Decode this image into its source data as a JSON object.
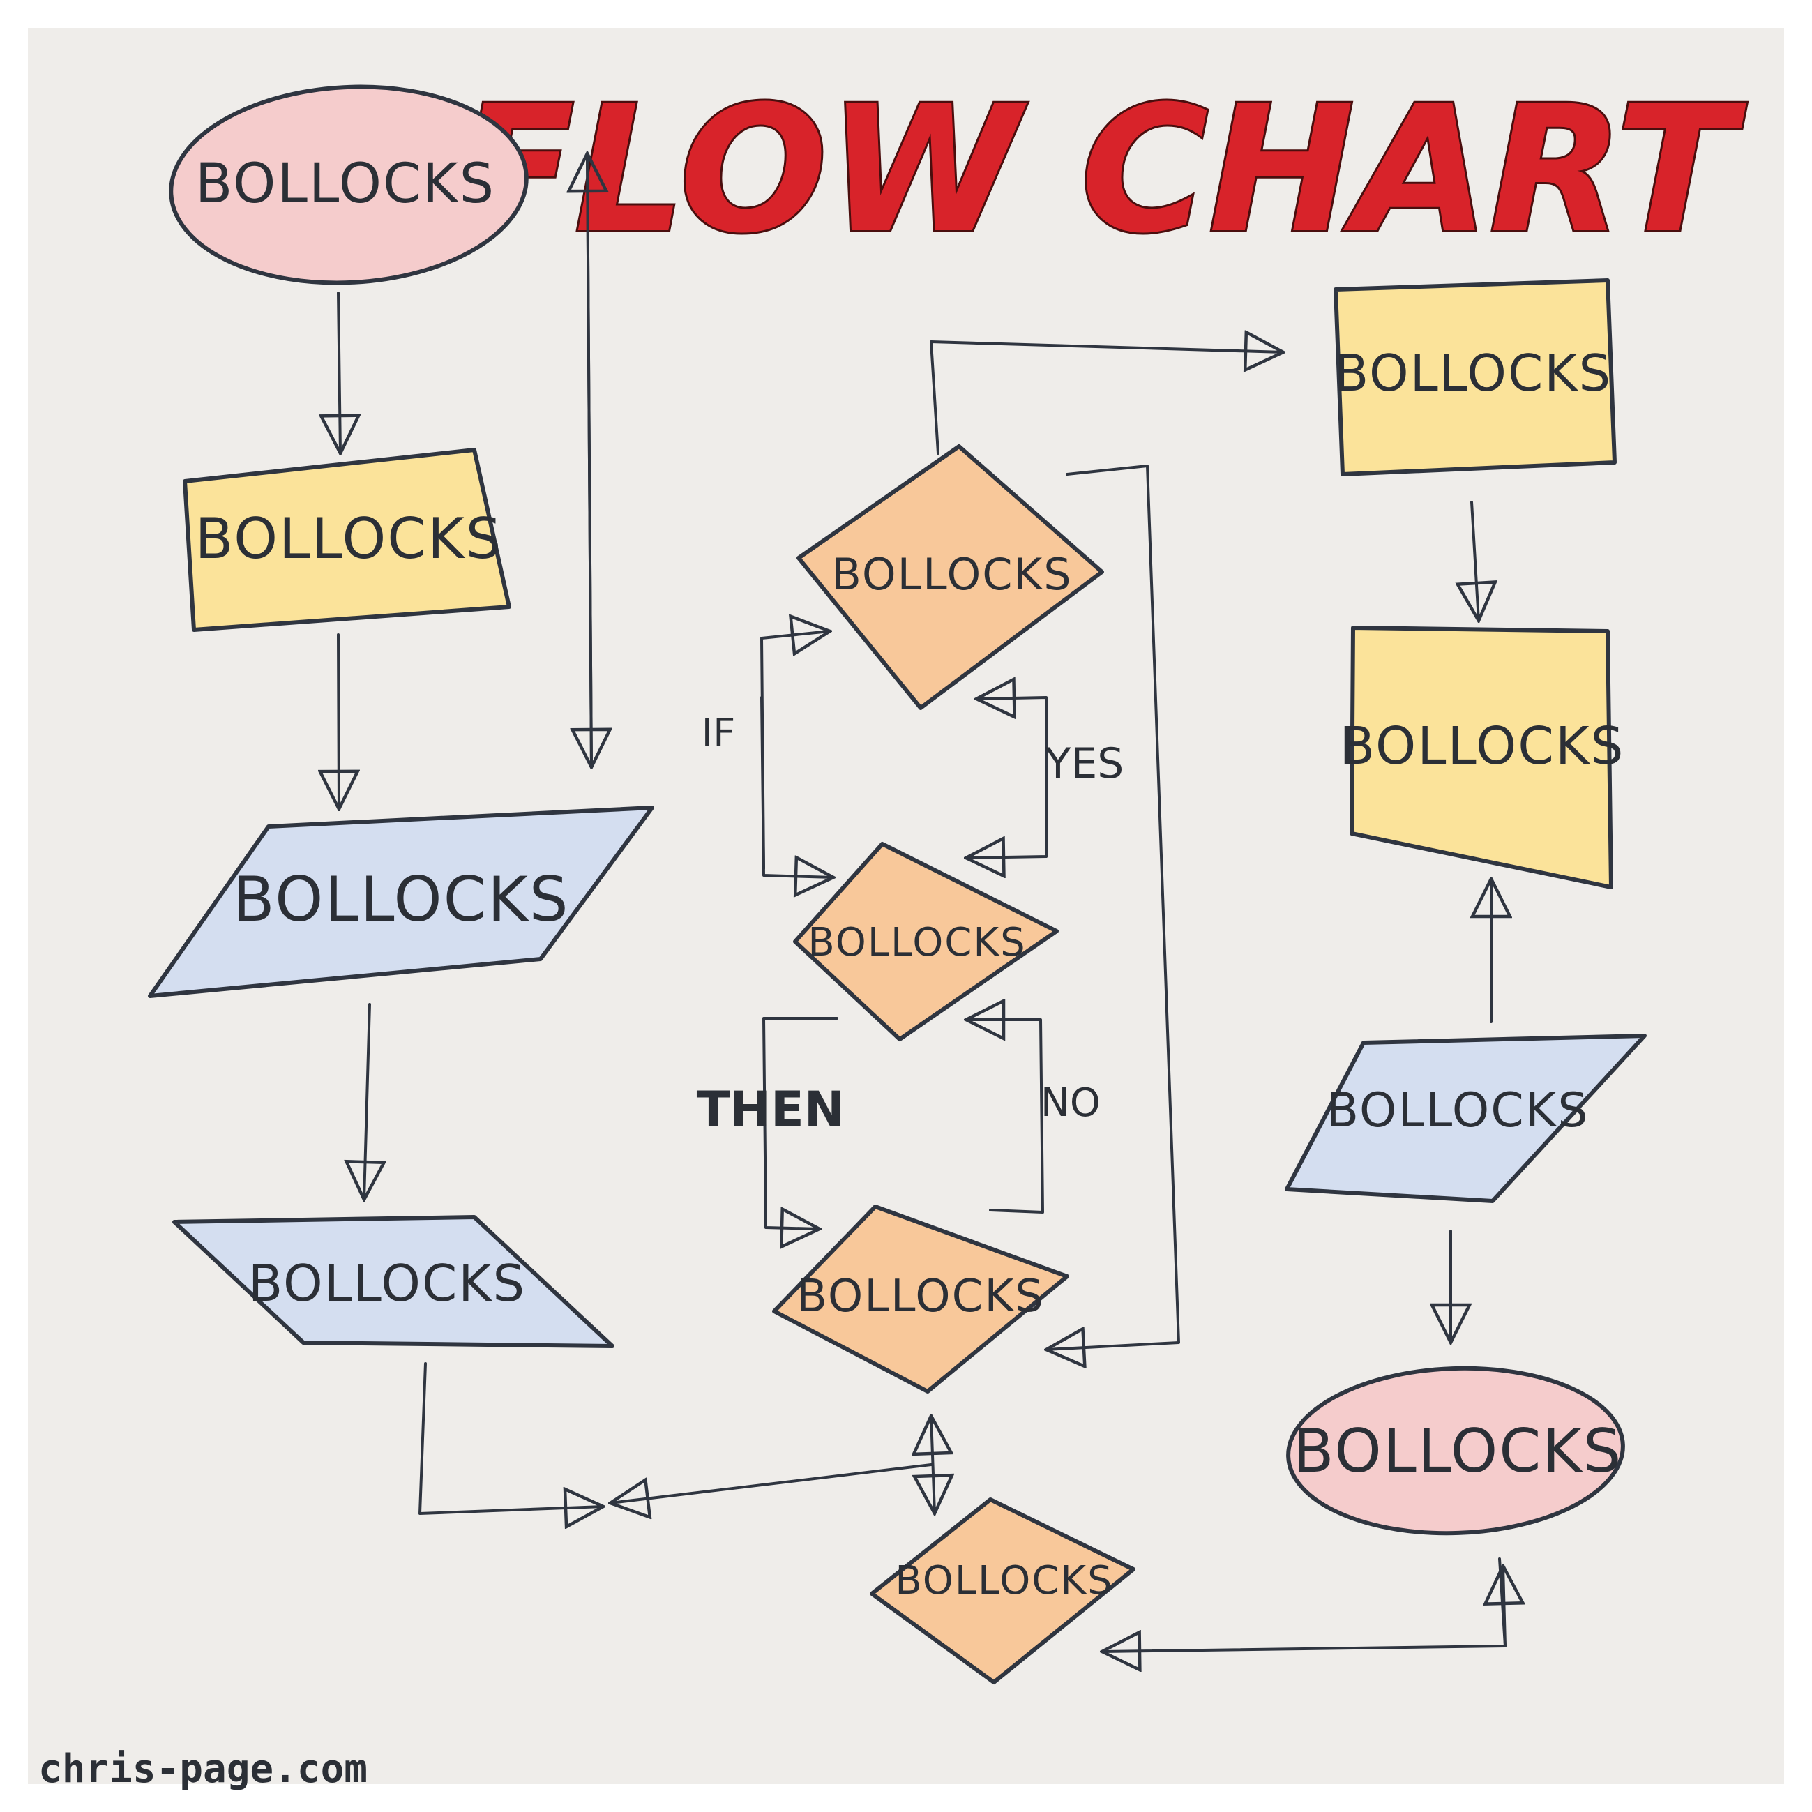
{
  "title": "FLOW CHART",
  "credit": "chris-page.com",
  "colors": {
    "paper": "#efedea",
    "title_red": "#d8232a",
    "terminal_pink": "#f5cccc",
    "process_yellow": "#fbe39a",
    "io_blue": "#d4def0",
    "decision_orange": "#f8c89a",
    "ink": "#2f3540"
  },
  "nodes": {
    "start": "BOLLOCKS",
    "process_1": "BOLLOCKS",
    "io_1": "BOLLOCKS",
    "io_2": "BOLLOCKS",
    "decision_1": "BOLLOCKS",
    "decision_2": "BOLLOCKS",
    "decision_3": "BOLLOCKS",
    "decision_4": "BOLLOCKS",
    "process_2": "BOLLOCKS",
    "manual_input": "BOLLOCKS",
    "io_3": "BOLLOCKS",
    "end": "BOLLOCKS"
  },
  "labels": {
    "if": "IF",
    "yes": "YES",
    "then": "THEN",
    "no": "NO"
  }
}
